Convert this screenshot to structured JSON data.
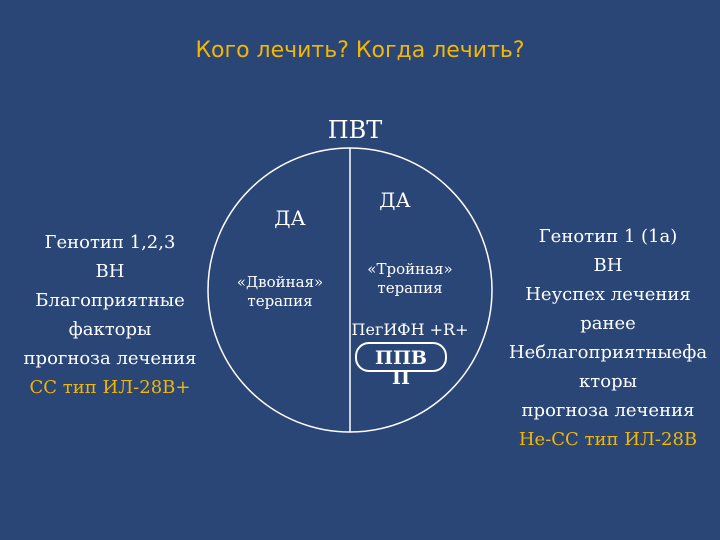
{
  "title": "Кого лечить? Когда лечить?",
  "root": "ПВТ",
  "left_half": {
    "yes": "ДА",
    "therapy_line1": "«Двойная»",
    "therapy_line2": "терапия"
  },
  "right_half": {
    "yes": "ДА",
    "therapy_line1": "«Тройная»",
    "therapy_line2": "терапия",
    "formula": "ПегИФН +R+",
    "ppv_line1": "ППВ",
    "ppv_line2": "П"
  },
  "left_criteria": {
    "lines": [
      "Генотип 1,2,3",
      "ВН",
      "Благоприятные",
      "факторы",
      "прогноза лечения"
    ],
    "highlight": "СС тип ИЛ-28В+"
  },
  "right_criteria": {
    "lines": [
      "Генотип  1 (1а)",
      "ВН",
      "Неуспех лечения",
      "ранее",
      "Неблагоприятныефа",
      "кторы",
      "прогноза лечения"
    ],
    "highlight": "Не-СС тип ИЛ-28В"
  },
  "colors": {
    "background": "#2a4677",
    "title": "#f2b705",
    "text": "#ffffff",
    "highlight": "#f2b705"
  }
}
